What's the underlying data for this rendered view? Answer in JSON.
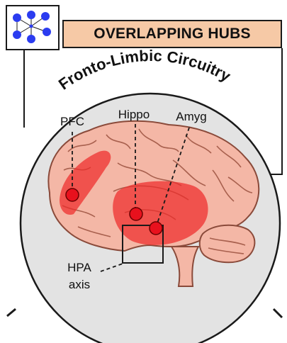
{
  "header": {
    "title": "OVERLAPPING HUBS"
  },
  "logo": {
    "icon": "network-nodes-icon",
    "color": "#2b3cf0"
  },
  "circle": {
    "arc_title": "Fronto-Limbic Circuitry"
  },
  "labels": {
    "pfc": "PFC",
    "hippo": "Hippo",
    "amyg": "Amyg",
    "hpa_line1": "HPA",
    "hpa_line2": "axis"
  },
  "colors": {
    "header_fill": "#f6c9a6",
    "circle_fill": "#e3e3e3",
    "brain_fill": "#f4b7a6",
    "hub_fill": "#e8111d",
    "region_fill": "#ef2b2b"
  }
}
